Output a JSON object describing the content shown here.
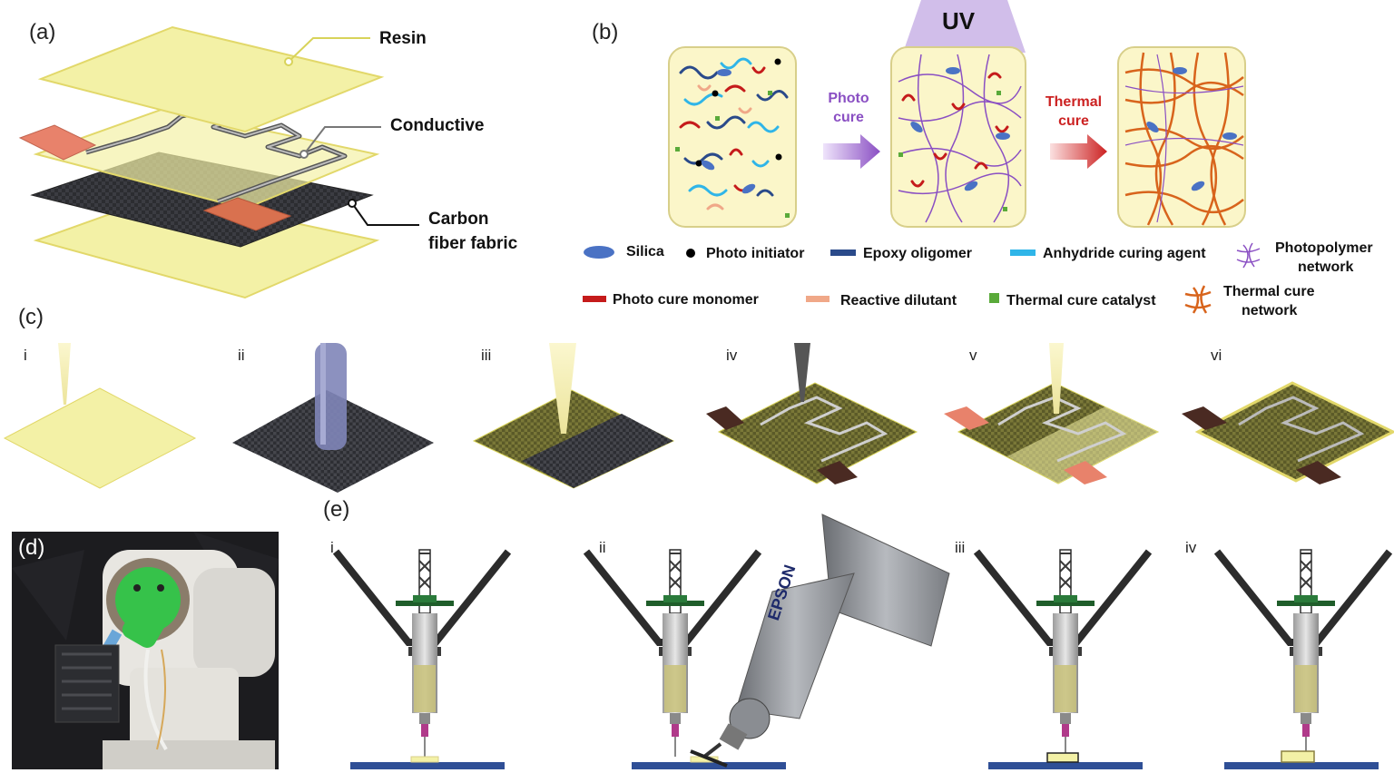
{
  "panels": {
    "a": {
      "label": "(a)",
      "callouts": {
        "resin": "Resin",
        "conductive": "Conductive",
        "carbon_line1": "Carbon",
        "carbon_line2": "fiber fabric"
      }
    },
    "b": {
      "label": "(b)",
      "uv": "UV",
      "photo_cure_1": "Photo",
      "photo_cure_2": "cure",
      "thermal_cure_1": "Thermal",
      "thermal_cure_2": "cure",
      "legend": {
        "silica": "Silica",
        "photo_initiator": "Photo initiator",
        "epoxy_oligomer": "Epoxy oligomer",
        "anhydride": "Anhydride curing agent",
        "photopolymer_1": "Photopolymer",
        "photopolymer_2": "network",
        "photo_cure_monomer": "Photo cure monomer",
        "reactive_diluent": "Reactive dilutant",
        "thermal_catalyst": "Thermal cure catalyst",
        "thermal_network_1": "Thermal cure",
        "thermal_network_2": "network"
      }
    },
    "c": {
      "label": "(c)",
      "steps": [
        "i",
        "ii",
        "iii",
        "iv",
        "v",
        "vi"
      ]
    },
    "d": {
      "label": "(d)"
    },
    "e": {
      "label": "(e)",
      "steps": [
        "i",
        "ii",
        "iii",
        "iv"
      ],
      "robot_brand": "EPSON"
    }
  },
  "colors": {
    "resin": "#f3f1a6",
    "resin_edge": "#e2d86a",
    "carbon": "#2e2f33",
    "copper": "#e8826b",
    "dark_tab": "#4a2a22",
    "photo_purple": "#8a4fc3",
    "thermal_red": "#cc2222",
    "stage_blue": "#2f4f96",
    "uv_purple": "#c9b3e6",
    "green_mount": "#36c24a"
  }
}
